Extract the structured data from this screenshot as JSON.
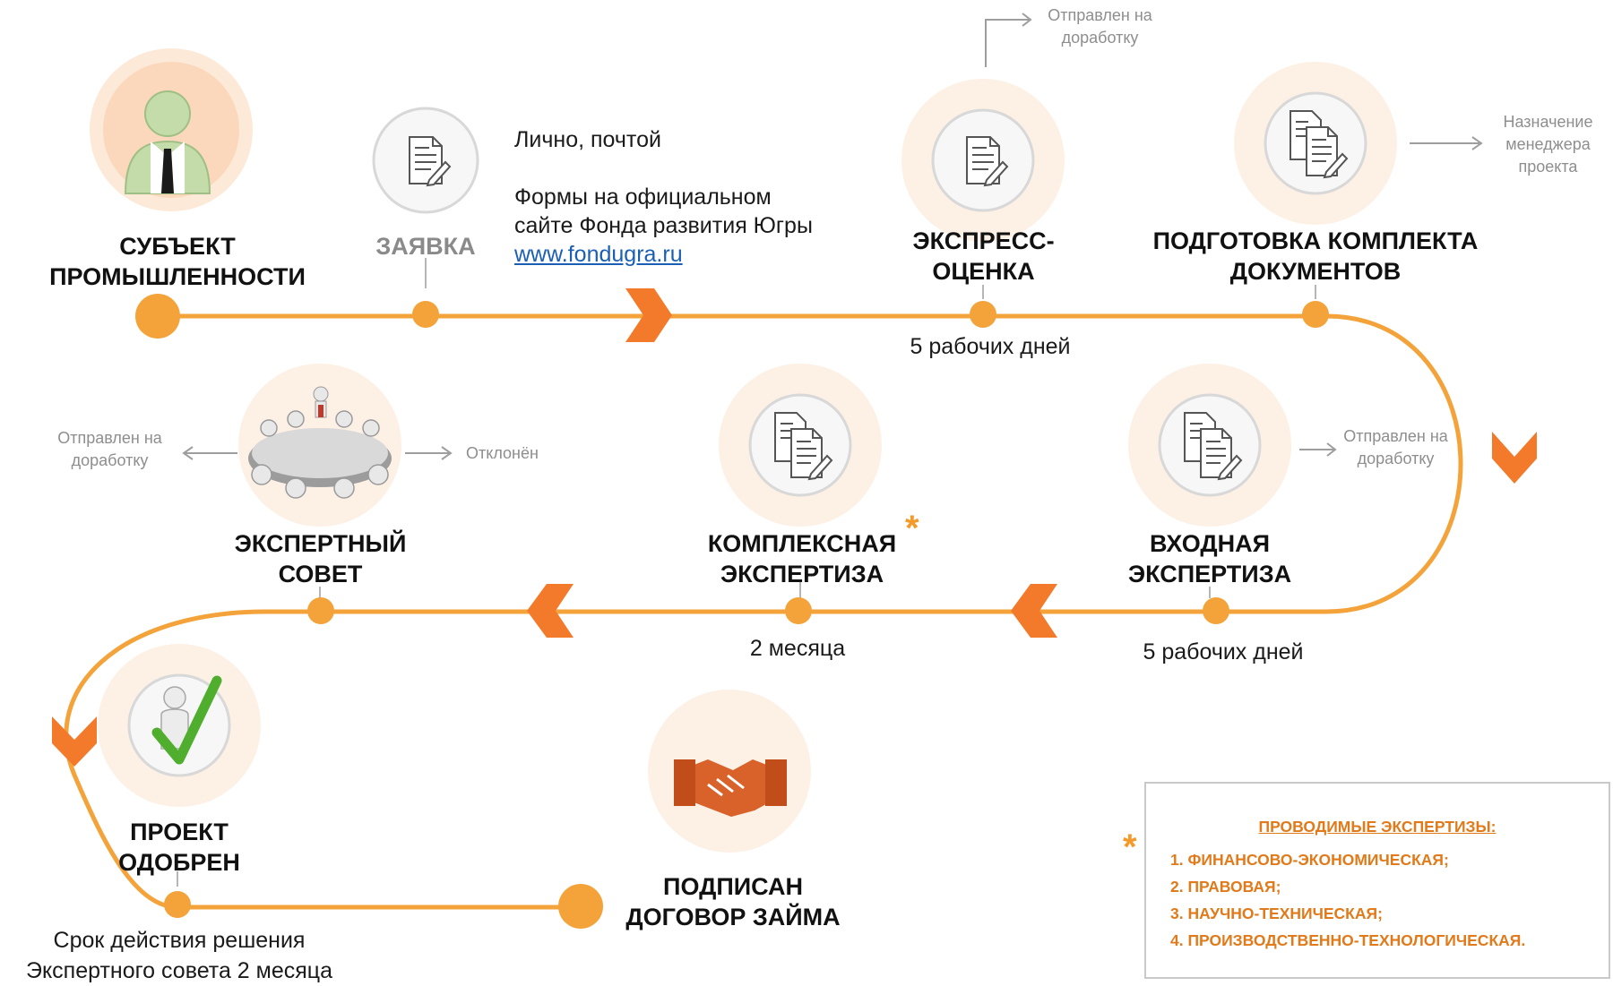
{
  "stages": {
    "subject": {
      "label": [
        "СУБЪЕКТ",
        "ПРОМЫШЛЕННОСТИ"
      ]
    },
    "application": {
      "label": "ЗАЯВКА"
    },
    "express": {
      "label": [
        "ЭКСПРЕСС-",
        "ОЦЕНКА"
      ],
      "duration": "5 рабочих дней"
    },
    "docs": {
      "label": [
        "ПОДГОТОВКА КОМПЛЕКТА",
        "ДОКУМЕНТОВ"
      ]
    },
    "entry": {
      "label": [
        "ВХОДНАЯ",
        "ЭКСПЕРТИЗА"
      ],
      "duration": "5 рабочих дней"
    },
    "complex": {
      "label": [
        "КОМПЛЕКСНАЯ",
        "ЭКСПЕРТИЗА"
      ],
      "duration": "2 месяца",
      "mark": "*"
    },
    "council": {
      "label": [
        "ЭКСПЕРТНЫЙ",
        "СОВЕТ"
      ]
    },
    "approved": {
      "label": [
        "ПРОЕКТ",
        "ОДОБРЕН"
      ],
      "note": [
        "Срок действия решения",
        "Экспертного совета 2 месяца"
      ]
    },
    "signed": {
      "label": [
        "ПОДПИСАН",
        "ДОГОВОР ЗАЙМА"
      ]
    }
  },
  "application_info": {
    "line1": "Лично, почтой",
    "line2": "Формы на официальном",
    "line3": "сайте Фонда развития Югры",
    "link": "www.fondugra.ru"
  },
  "side_notes": {
    "express_return": [
      "Отправлен на",
      "доработку"
    ],
    "manager": [
      "Назначение",
      "менеджера",
      "проекта"
    ],
    "entry_return": [
      "Отправлен на",
      "доработку"
    ],
    "council_return": [
      "Отправлен на",
      "доработку"
    ],
    "rejected": "Отклонён"
  },
  "legend": {
    "mark": "*",
    "title": "ПРОВОДИМЫЕ ЭКСПЕРТИЗЫ:",
    "items": [
      "1. ФИНАНСОВО-ЭКОНОМИЧЕСКАЯ;",
      "2. ПРАВОВАЯ;",
      "3. НАУЧНО-ТЕХНИЧЕСКАЯ;",
      "4. ПРОИЗВОДСТВЕННО-ТЕХНОЛОГИЧЕСКАЯ."
    ]
  },
  "colors": {
    "accent": "#f3a33a",
    "arrow": "#f37a2a",
    "text": "#111111",
    "muted": "#8e8e8e",
    "link": "#1a5fb4"
  },
  "icons": {
    "subject": "business-person-icon",
    "application": "document-edit-icon",
    "express": "document-edit-icon",
    "docs": "documents-edit-icon",
    "entry": "documents-edit-icon",
    "complex": "documents-edit-icon",
    "council": "meeting-table-icon",
    "approved": "person-checkmark-icon",
    "signed": "handshake-icon"
  }
}
